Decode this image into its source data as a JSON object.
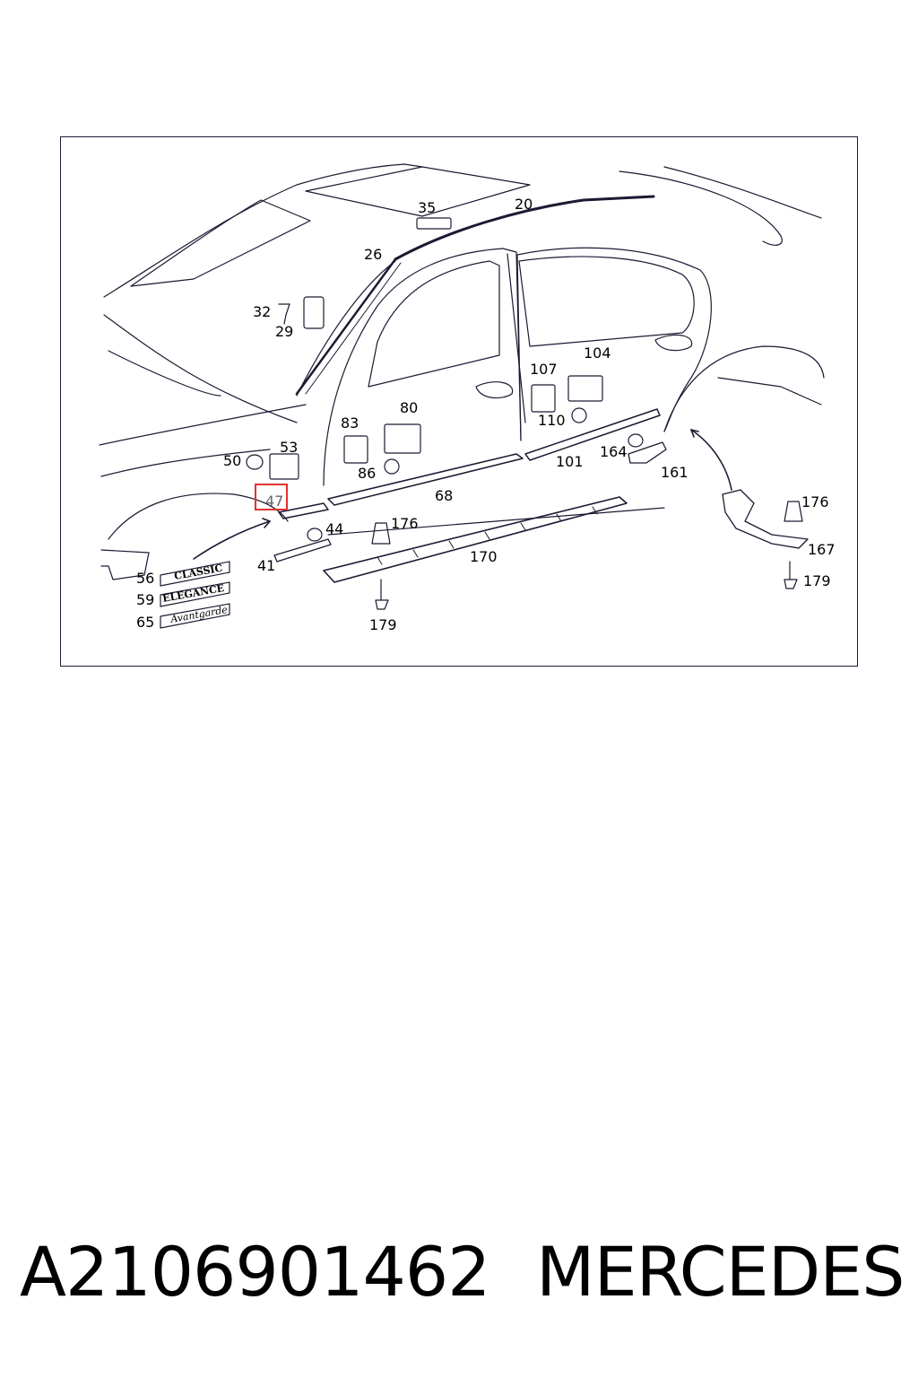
{
  "diagram": {
    "callouts": {
      "c20": "20",
      "c35": "35",
      "c26": "26",
      "c32": "32",
      "c29": "29",
      "c104": "104",
      "c107": "107",
      "c110": "110",
      "c83": "83",
      "c80": "80",
      "c86": "86",
      "c50": "50",
      "c53": "53",
      "c47": "47",
      "c68": "68",
      "c101": "101",
      "c164": "164",
      "c161": "161",
      "c44": "44",
      "c176a": "176",
      "c170": "170",
      "c41": "41",
      "c56": "56",
      "c59": "59",
      "c65": "65",
      "c179a": "179",
      "c176b": "176",
      "c167": "167",
      "c179b": "179"
    },
    "highlighted_callout": "47",
    "trim_badges": {
      "classic": "CLASSIC",
      "elegance": "ELEGANCE",
      "avantgarde": "Avantgarde"
    },
    "highlight_color": "#e0322f",
    "line_color": "#1a1a33"
  },
  "footer": {
    "part_number": "A2106901462",
    "brand": "MERCEDES"
  }
}
